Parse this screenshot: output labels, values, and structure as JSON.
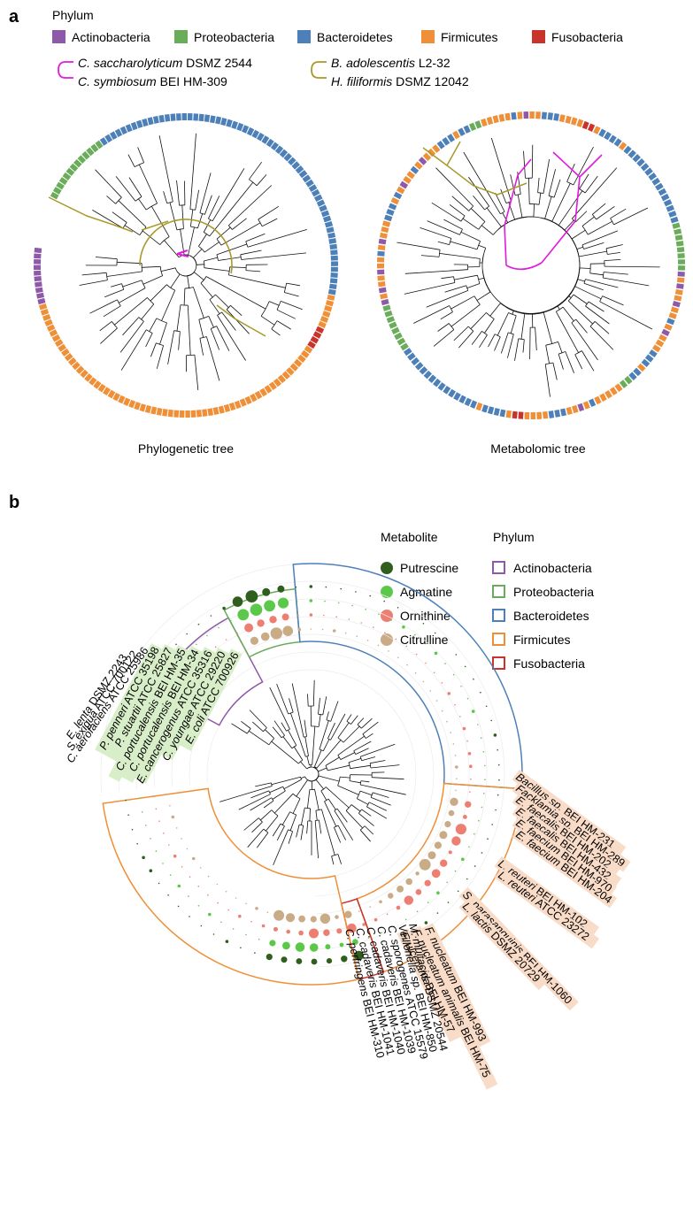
{
  "panel_a": {
    "label": "a",
    "phylum_title": "Phylum",
    "phyla": [
      {
        "name": "Actinobacteria",
        "color": "#8e59a8"
      },
      {
        "name": "Proteobacteria",
        "color": "#69ac5a"
      },
      {
        "name": "Bacteroidetes",
        "color": "#4d80b8"
      },
      {
        "name": "Firmicutes",
        "color": "#ef8f37"
      },
      {
        "name": "Fusobacteria",
        "color": "#c9332b"
      }
    ],
    "pairs": [
      {
        "color": "#e01adf",
        "top_italic": "C. saccharolyticum",
        "top_rest": " DSMZ 2544",
        "bottom_italic": "C. symbiosum",
        "bottom_rest": " BEI HM-309"
      },
      {
        "color": "#a89a2a",
        "top_italic": "B. adolescentis",
        "top_rest": " L2-32",
        "bottom_italic": "H. filiformis",
        "bottom_rest": " DSMZ 12042"
      }
    ],
    "tree_titles": [
      "Phylogenetic tree",
      "Metabolomic tree"
    ]
  },
  "panel_b": {
    "label": "b",
    "metabolite_title": "Metabolite",
    "metabolites": [
      {
        "name": "Putrescine",
        "color": "#2f5e1d"
      },
      {
        "name": "Agmatine",
        "color": "#5cc84a"
      },
      {
        "name": "Ornithine",
        "color": "#ec7f72"
      },
      {
        "name": "Citrulline",
        "color": "#c9ab86"
      }
    ],
    "phylum_title": "Phylum",
    "phyla": [
      {
        "name": "Actinobacteria",
        "color": "#8e59a8"
      },
      {
        "name": "Proteobacteria",
        "color": "#69ac5a"
      },
      {
        "name": "Bacteroidetes",
        "color": "#4d80b8"
      },
      {
        "name": "Firmicutes",
        "color": "#ef8f37"
      },
      {
        "name": "Fusobacteria",
        "color": "#c9332b"
      }
    ],
    "strain_labels_green": [
      {
        "it": "E. coli",
        "rest": " ATCC 700926"
      },
      {
        "it": "C. youngae",
        "rest": " ATCC 29220"
      },
      {
        "it": "E. cancerogenus",
        "rest": " ATCC 35316"
      },
      {
        "it": "C. portucalensis",
        "rest": " BEI HM-34"
      },
      {
        "it": "C. portucalensis",
        "rest": " BEI HM-35"
      },
      {
        "it": "P. stuartii",
        "rest": " ATCC 25827"
      },
      {
        "it": "P. penneri",
        "rest": " ATCC 35198"
      }
    ],
    "strain_labels_plain": [
      {
        "it": "C. aerofaciens",
        "rest": " ATCC 25986"
      },
      {
        "it": "S. exigua",
        "rest": " ATCC 700122"
      },
      {
        "it": "E. lenta",
        "rest": " DSMZ 2243"
      }
    ],
    "strain_labels_right": [
      {
        "it": "Bacillus sp.",
        "rest": " BEI HM-231"
      },
      {
        "it": "Facklamia sp.",
        "rest": " BEI HM-289"
      },
      {
        "it": "E. faecalis",
        "rest": " BEI HM-202"
      },
      {
        "it": "E. faecalis",
        "rest": " BEI HM-432"
      },
      {
        "it": "E. faecium",
        "rest": " BEI HM-970"
      },
      {
        "it": "E. faecium",
        "rest": " BEI HM-204"
      },
      {
        "it": "L. reuteri",
        "rest": " BEI HM-102"
      },
      {
        "it": "L. reuteri",
        "rest": " ATCC 23272"
      },
      {
        "it": "S. parasanguinis",
        "rest": " BEI HM-1060"
      },
      {
        "it": "L. lactis",
        "rest": " DSMZ 20729"
      }
    ],
    "strain_labels_bottom": [
      {
        "it": "F. nucleatum",
        "rest": " BEI HM-993"
      },
      {
        "it": "F. nucleatum animalis",
        "rest": " BEI HM-75"
      },
      {
        "it": "F. ulcerans",
        "rest": " BEI HM-57"
      },
      {
        "it": "M. multacida",
        "rest": " DSMZ 20544"
      },
      {
        "it": "Veillonella sp.",
        "rest": " BEI HM-850"
      },
      {
        "it": "C. sporogenes",
        "rest": " ATCC 15579"
      },
      {
        "it": "C. cadaveris",
        "rest": " BEI HM-1039"
      },
      {
        "it": "C. cadaveris",
        "rest": " BEI HM-1040"
      },
      {
        "it": "C. cadaveris",
        "rest": " BEI HM-1041"
      },
      {
        "it": "C. perfringens",
        "rest": " BEI HM-310"
      }
    ]
  }
}
